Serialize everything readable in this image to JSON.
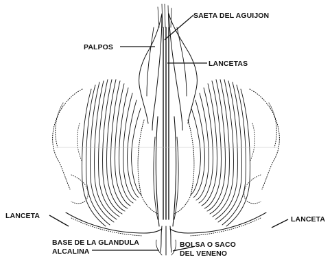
{
  "labels": {
    "saeta": "SAETA DEL AGUIJON",
    "palpos": "PALPOS",
    "lancetas": "LANCETAS",
    "lanceta_left": "LANCETA",
    "lanceta_right": "LANCETA",
    "base_line1": "BASE DE LA GLANDULA",
    "base_line2": "ALCALINA",
    "bolsa_line1": "BOLSA O SACO",
    "bolsa_line2": "DEL VENENO"
  },
  "colors": {
    "ink": "#111111",
    "paper": "#ffffff"
  }
}
